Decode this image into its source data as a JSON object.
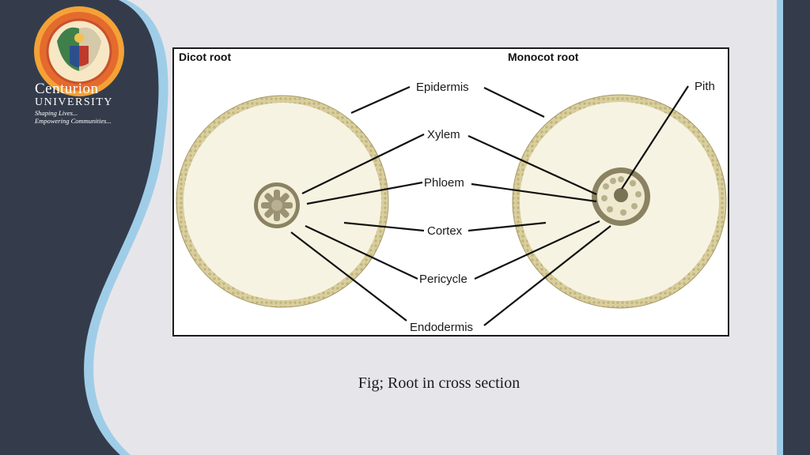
{
  "brand": {
    "name": "Centurion",
    "sub": "University",
    "tagline1": "Shaping Lives...",
    "tagline2": "Empowering Communities..."
  },
  "colors": {
    "panel": "#343c4c",
    "accent_blue": "#9fcde8",
    "background": "#e6e5ea",
    "epidermis": "#d8cd9c",
    "cortex": "#f7f3e2",
    "vascular": "#8a8262"
  },
  "icons": [
    "university-crest-logo"
  ],
  "figure": {
    "titles": {
      "dicot": "Dicot root",
      "monocot": "Monocot root"
    },
    "labels": {
      "epidermis": "Epidermis",
      "xylem": "Xylem",
      "phloem": "Phloem",
      "cortex": "Cortex",
      "pericycle": "Pericycle",
      "endodermis": "Endodermis",
      "pith": "Pith"
    }
  },
  "caption": "Fig; Root in cross section"
}
